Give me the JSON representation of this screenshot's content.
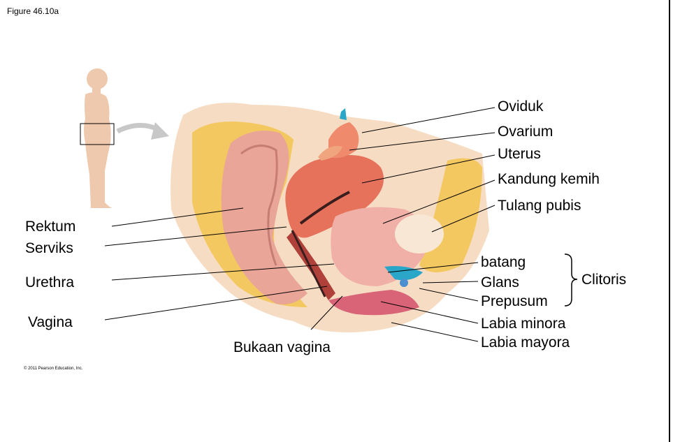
{
  "figure_title": "Figure 46.10a",
  "copyright": "© 2011 Pearson Education, Inc.",
  "labels": {
    "oviduk": "Oviduk",
    "ovarium": "Ovarium",
    "uterus": "Uterus",
    "kandung_kemih": "Kandung kemih",
    "tulang_pubis": "Tulang pubis",
    "rektum": "Rektum",
    "serviks": "Serviks",
    "urethra": "Urethra",
    "vagina": "Vagina",
    "batang": "batang",
    "glans": "Glans",
    "prepusum": "Prepusum",
    "clitoris": "Clitoris",
    "labia_minora": "Labia minora",
    "labia_mayora": "Labia mayora",
    "bukaan_vagina": "Bukaan vagina"
  }
}
